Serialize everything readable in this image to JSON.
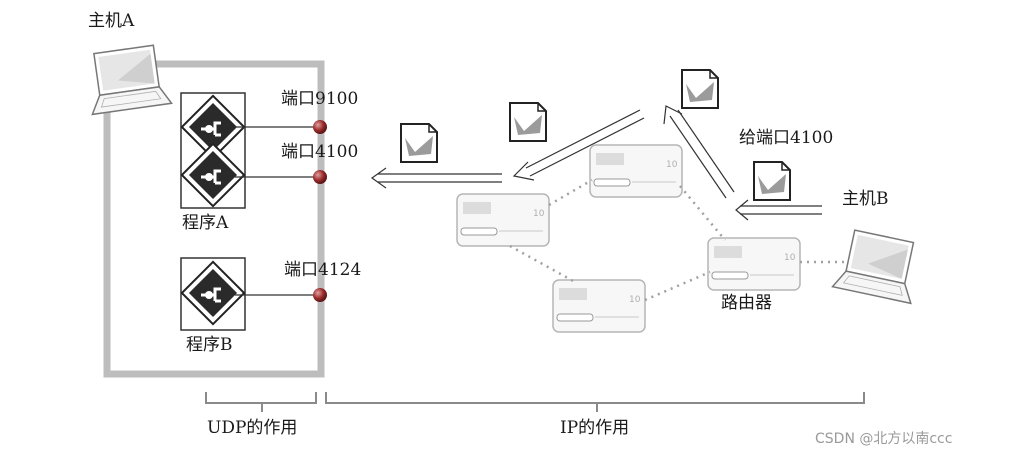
{
  "hosts": {
    "host_a": "主机A",
    "host_b": "主机B"
  },
  "programs": {
    "program_a": "程序A",
    "program_b": "程序B"
  },
  "ports": {
    "port_9100": "端口9100",
    "port_4100": "端口4100",
    "port_4124": "端口4124"
  },
  "packet_label": "给端口4100",
  "router_label": "路由器",
  "bracket_labels": {
    "udp": "UDP的作用",
    "ip": "IP的作用"
  },
  "watermark": "CSDN @北方以南ccc",
  "colors": {
    "host_border": "#bdbdbd",
    "port_dot": "#9a2b2b",
    "packet_check": "#8a8a8a",
    "router_fill": "#f7f7f7",
    "link_dot": "#a0a0a0"
  },
  "icons": [
    "laptop-icon",
    "plug-icon",
    "document-check-icon",
    "router-icon",
    "port-dot-icon",
    "arrow-left-icon"
  ]
}
